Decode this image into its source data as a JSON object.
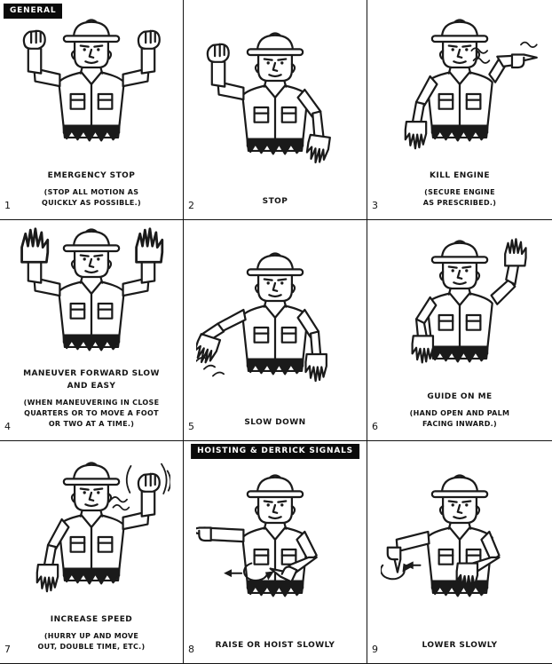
{
  "sections": {
    "general_label": "GENERAL",
    "hoisting_label": "HOISTING & DERRICK SIGNALS"
  },
  "cells": [
    {
      "number": "1",
      "title": "EMERGENCY STOP",
      "subtitle": "(STOP ALL MOTION AS\nQUICKLY AS POSSIBLE.)",
      "figure": "both-fists-raised"
    },
    {
      "number": "2",
      "title": "STOP",
      "subtitle": "",
      "figure": "single-fist-raised"
    },
    {
      "number": "3",
      "title": "KILL ENGINE",
      "subtitle": "(SECURE ENGINE\nAS PRESCRIBED.)",
      "figure": "hand-drawn-across-throat"
    },
    {
      "number": "4",
      "title": "MANEUVER FORWARD SLOW\nAND EASY",
      "subtitle": "(WHEN MANEUVERING IN CLOSE\nQUARTERS OR TO MOVE A FOOT\nOR TWO AT A TIME.)",
      "figure": "both-open-hands-raised"
    },
    {
      "number": "5",
      "title": "SLOW DOWN",
      "subtitle": "",
      "figure": "open-hand-waving-downward"
    },
    {
      "number": "6",
      "title": "GUIDE ON ME",
      "subtitle": "(HAND OPEN AND PALM\nFACING INWARD.)",
      "figure": "open-hand-raised-vertical"
    },
    {
      "number": "7",
      "title": "INCREASE SPEED",
      "subtitle": "(HURRY UP AND MOVE\nOUT, DOUBLE TIME, ETC.)",
      "figure": "fist-raised-with-motion-arcs"
    },
    {
      "number": "8",
      "title": "RAISE OR HOIST SLOWLY",
      "subtitle": "",
      "figure": "pointing-hand-with-circling-motion"
    },
    {
      "number": "9",
      "title": "LOWER SLOWLY",
      "subtitle": "",
      "figure": "hand-pointing-down-with-circling-motion"
    }
  ]
}
